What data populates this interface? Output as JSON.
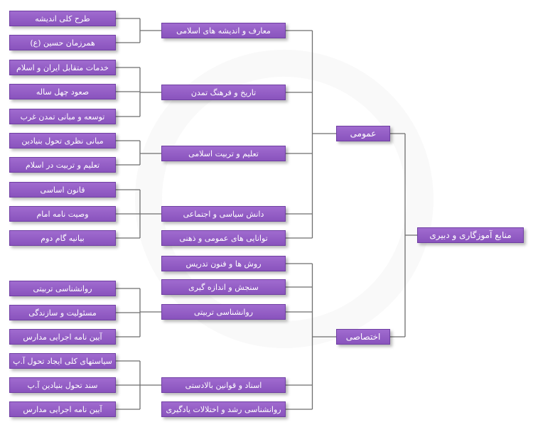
{
  "root": {
    "label": "منابع آموزگاری و دبیری"
  },
  "categories": [
    {
      "label": "عمومی",
      "groups": [
        {
          "label": "معارف و اندیشه های اسلامی",
          "items": [
            "طرح کلی اندیشه",
            "همرزمان حسین (ع)"
          ]
        },
        {
          "label": "تاریخ و فرهنگ تمدن",
          "items": [
            "خدمات متقابل ایران و اسلام",
            "صعود چهل ساله",
            "توسعه و مبانی تمدن غرب"
          ]
        },
        {
          "label": "تعلیم و تربیت اسلامی",
          "items": [
            "مبانی نظری تحول بنیادین",
            "تعلیم و تربیت در اسلام"
          ]
        },
        {
          "label": "دانش سیاسی و اجتماعی",
          "items": [
            "قانون اساسی",
            "وصیت نامه امام",
            "بیانیه گام دوم"
          ]
        },
        {
          "label": "توانایی های عمومی و ذهنی",
          "items": []
        }
      ]
    },
    {
      "label": "اختصاصی",
      "groups": [
        {
          "label": "روش ها و فنون تدریس",
          "items": []
        },
        {
          "label": "سنجش و اندازه گیری",
          "items": []
        },
        {
          "label": "روانشناسی تربیتی",
          "items": [
            "روانشناسی تربیتی",
            "مسئولیت و سازندگی",
            "آیین نامه اجرایی مدارس"
          ]
        },
        {
          "label": "اسناد و قوانین بالادستی",
          "items": [
            "سیاستهای کلی ایجاد تحول آ.پ",
            "سند تحول بنیادین آ.پ",
            "آیین نامه اجرایی مدارس"
          ]
        },
        {
          "label": "روانشناسی رشد و اختلالات یادگیری",
          "items": []
        }
      ]
    }
  ],
  "colors": {
    "node": "#8953bd",
    "node_border": "#6f3fa3",
    "connector": "#6e6e6e",
    "text": "#ffffff"
  }
}
